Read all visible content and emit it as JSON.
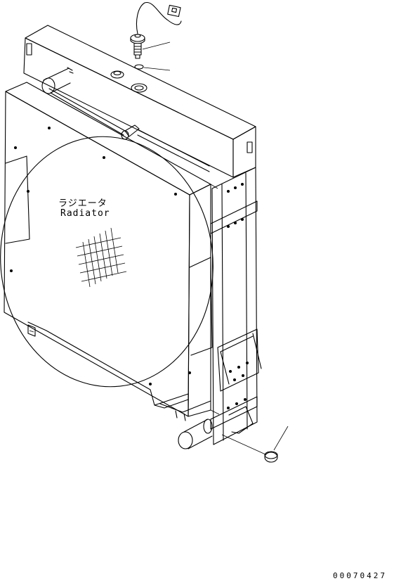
{
  "labels": {
    "radiator_jp": "ラジエータ",
    "radiator_en": "Radiator"
  },
  "drawing_code": "00070427"
}
